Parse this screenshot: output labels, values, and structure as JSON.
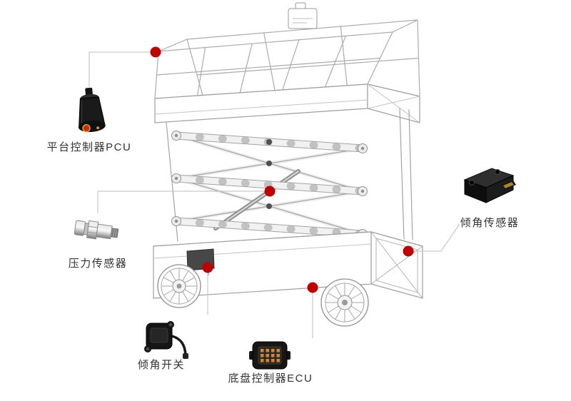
{
  "canvas": {
    "background": "#ffffff"
  },
  "colors": {
    "marker": "#bf0000",
    "connector_line": "#c9c9c9",
    "wireframe": "#a8a8a8",
    "label_text": "#333333"
  },
  "callouts": [
    {
      "id": "platform-controller-pcu",
      "label": "平台控制器PCU"
    },
    {
      "id": "pressure-sensor",
      "label": "压力传感器"
    },
    {
      "id": "tilt-switch",
      "label": "倾角开关"
    },
    {
      "id": "chassis-controller-ecu",
      "label": "底盘控制器ECU"
    },
    {
      "id": "tilt-angle-sensor",
      "label": "倾角传感器"
    }
  ]
}
